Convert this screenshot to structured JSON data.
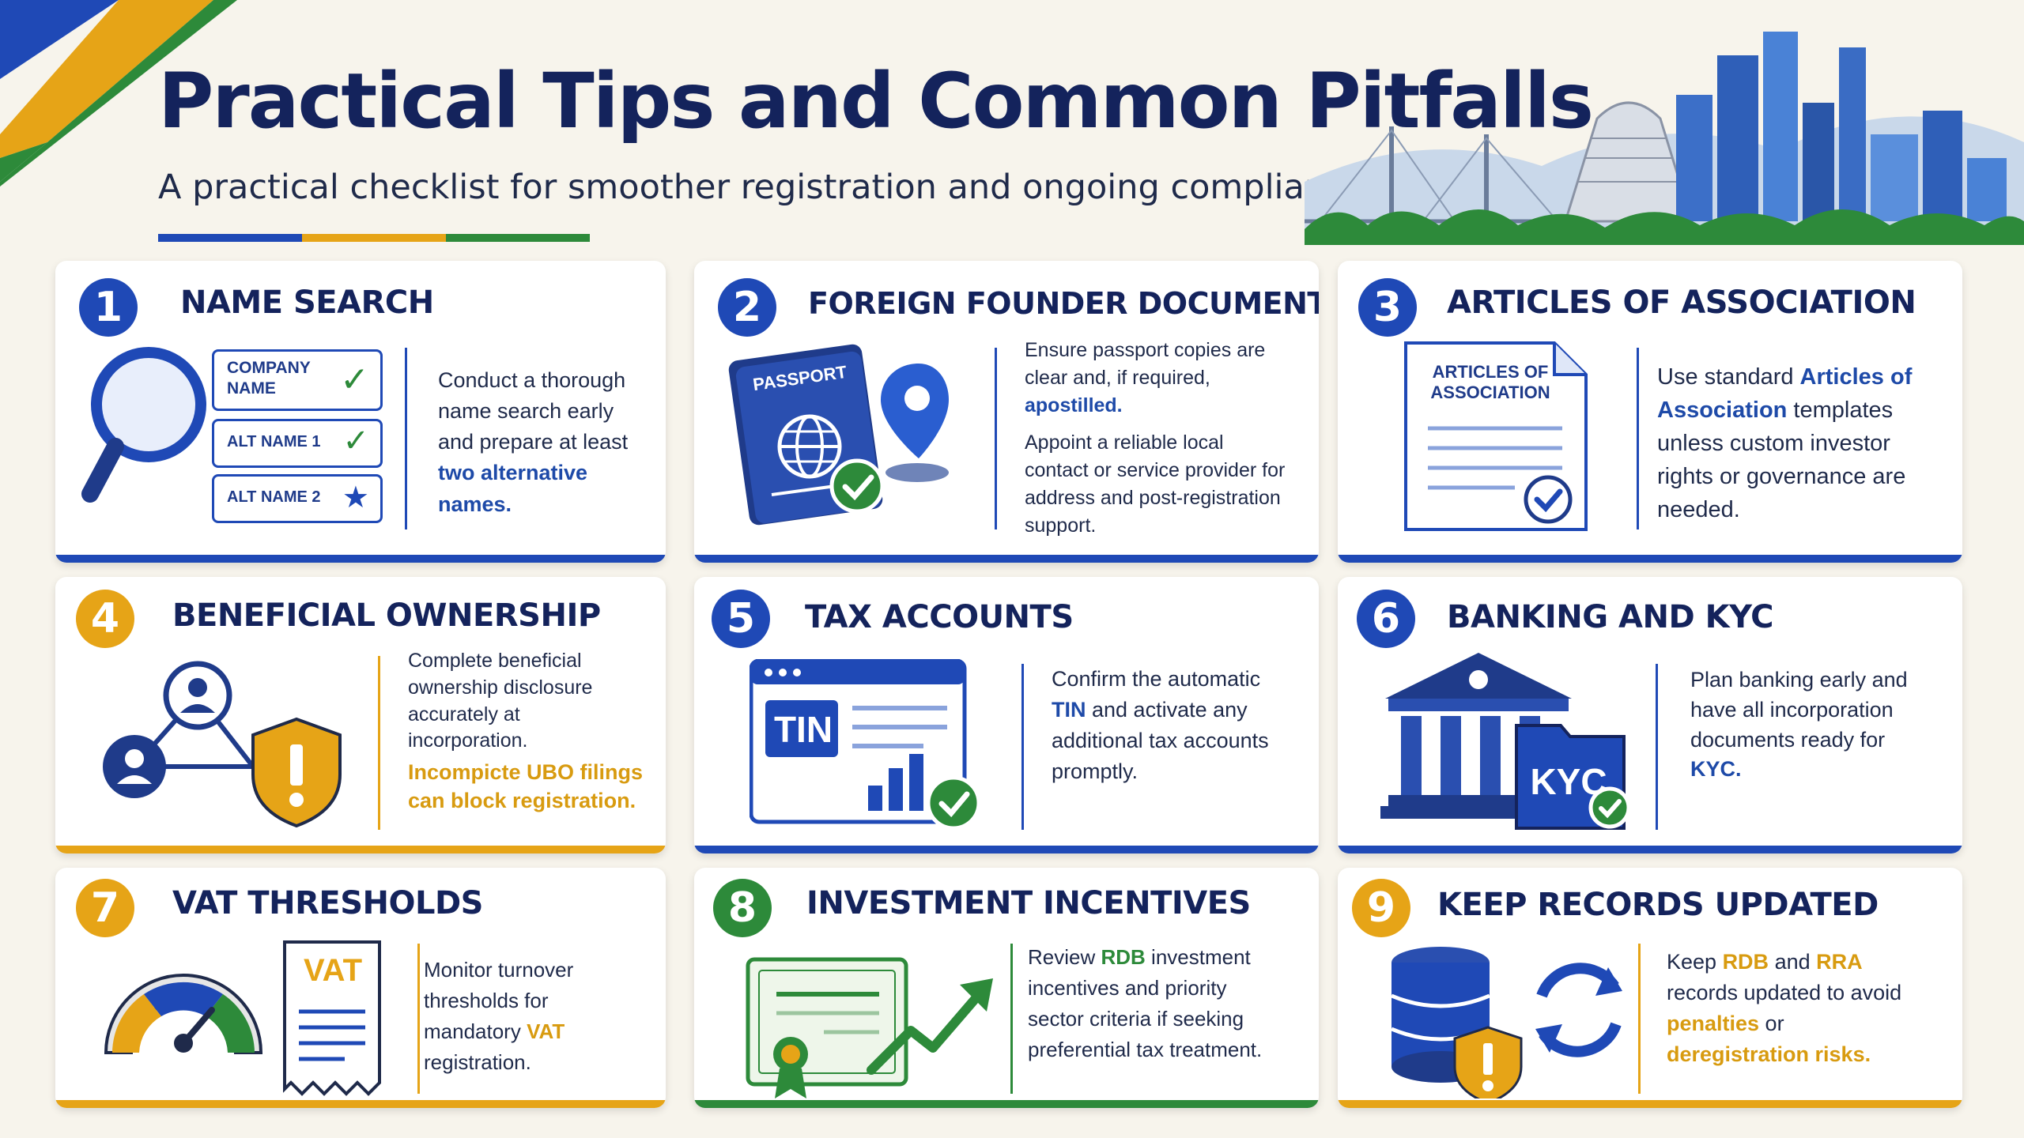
{
  "header": {
    "title": "Practical Tips and Common Pitfalls",
    "subtitle": "A practical checklist for smoother registration and ongoing compliance"
  },
  "colors": {
    "blue": "#1f49b6",
    "gold": "#e6a417",
    "green": "#2d8a3a",
    "navy": "#14235c"
  },
  "cards": [
    {
      "number": "1",
      "title": "NAME SEARCH",
      "illustration": {
        "name_fields": [
          {
            "label": "COMPANY NAME",
            "icon": "check-icon"
          },
          {
            "label": "ALT NAME 1",
            "icon": "check-icon"
          },
          {
            "label": "ALT NAME 2",
            "icon": "star-icon"
          }
        ]
      },
      "text": {
        "before": "Conduct a thorough name search early and prepare at least ",
        "highlight": "two alternative names."
      }
    },
    {
      "number": "2",
      "title": "FOREIGN FOUNDER DOCUMENTS",
      "illustration": {
        "passport_label": "PASSPORT"
      },
      "text": {
        "p1_before": "Ensure passport copies are clear and, if required, ",
        "p1_highlight": "apostilled.",
        "p2": "Appoint a reliable local contact or service provider for address and post-registration support."
      }
    },
    {
      "number": "3",
      "title": "ARTICLES OF ASSOCIATION",
      "illustration": {
        "doc_label": "ARTICLES OF ASSOCIATION"
      },
      "text": {
        "before": "Use standard ",
        "highlight": "Articles of Association",
        "after": " templates unless custom investor rights or governance are needed."
      }
    },
    {
      "number": "4",
      "title": "BENEFICIAL OWNERSHIP",
      "text": {
        "p1": "Complete beneficial ownership disclosure accurately at incorporation.",
        "p2_highlight": "Incompicte UBO filings can block registration."
      }
    },
    {
      "number": "5",
      "title": "TAX ACCOUNTS",
      "illustration": {
        "tin_label": "TIN"
      },
      "text": {
        "before": "Confirm the automatic ",
        "highlight": "TIN",
        "after": " and activate any additional tax accounts promptly."
      }
    },
    {
      "number": "6",
      "title": "BANKING AND KYC",
      "illustration": {
        "folder_label": "KYC"
      },
      "text": {
        "before": "Plan banking early and have all incorporation documents ready for ",
        "highlight": "KYC."
      }
    },
    {
      "number": "7",
      "title": "VAT THRESHOLDS",
      "illustration": {
        "receipt_label": "VAT"
      },
      "text": {
        "before": "Monitor turnover thresholds for mandatory ",
        "highlight": "VAT",
        "after": " registration."
      }
    },
    {
      "number": "8",
      "title": "INVESTMENT INCENTIVES",
      "text": {
        "before": "Review ",
        "highlight": "RDB",
        "after": " investment incentives and priority sector criteria if seeking preferential tax treatment."
      }
    },
    {
      "number": "9",
      "title": "KEEP RECORDS UPDATED",
      "text": {
        "t1": "Keep ",
        "h1": "RDB",
        "t2": " and ",
        "h2": "RRA",
        "t3": " records updated to avoid ",
        "h3": "penalties",
        "t4": " or ",
        "h4": "deregistration risks."
      }
    }
  ]
}
